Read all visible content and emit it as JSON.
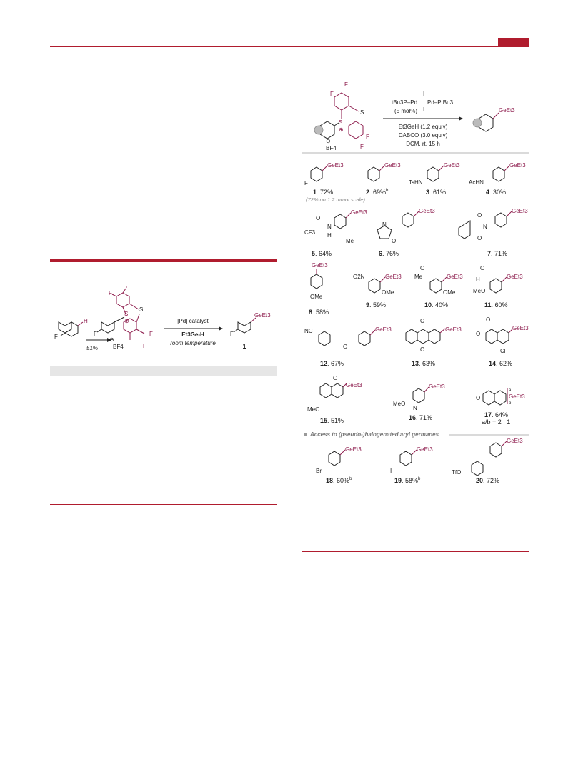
{
  "header": {
    "accent_color": "#b01c2e"
  },
  "scheme_left": {
    "yield": "51%",
    "catalyst": "[Pd] catalyst",
    "reagent": "Et3Ge-H",
    "condition": "room temperature",
    "product_number": "1",
    "substituents": {
      "F": "F",
      "H": "H",
      "S": "S",
      "charge": "⊕",
      "anion_charge": "⊖",
      "anion": "BF4",
      "ge": "GeEt3"
    }
  },
  "scheme_right": {
    "catalyst_prefix": "tBu3P–Pd",
    "catalyst_suffix": "Pd–PtBu3",
    "bridge": "I",
    "catalyst_loading": "(5 mol%)",
    "reagent1": "Et3GeH (1.2 equiv)",
    "reagent2": "DABCO (3.0 equiv)",
    "solvent": "DCM, rt, 15 h"
  },
  "products": [
    {
      "id": "1",
      "yield": "72%",
      "note": "(72% on 1.2 mmol scale)"
    },
    {
      "id": "2",
      "yield": "69%",
      "sup": "b"
    },
    {
      "id": "3",
      "yield": "61%"
    },
    {
      "id": "4",
      "yield": "30%"
    },
    {
      "id": "5",
      "yield": "64%"
    },
    {
      "id": "6",
      "yield": "76%"
    },
    {
      "id": "7",
      "yield": "71%"
    },
    {
      "id": "8",
      "yield": "58%"
    },
    {
      "id": "9",
      "yield": "59%"
    },
    {
      "id": "10",
      "yield": "40%"
    },
    {
      "id": "11",
      "yield": "60%"
    },
    {
      "id": "12",
      "yield": "67%"
    },
    {
      "id": "13",
      "yield": "63%"
    },
    {
      "id": "14",
      "yield": "62%"
    },
    {
      "id": "15",
      "yield": "51%"
    },
    {
      "id": "16",
      "yield": "71%"
    },
    {
      "id": "17",
      "yield": "64%",
      "ratio": "a/b = 2 : 1"
    },
    {
      "id": "18",
      "yield": "60%",
      "sup": "b"
    },
    {
      "id": "19",
      "yield": "58%",
      "sup": "b"
    },
    {
      "id": "20",
      "yield": "72%"
    }
  ],
  "section_heading": "Access to (pseudo-)halogenated aryl germanes",
  "groups": {
    "ge": "GeEt3",
    "F": "F",
    "TsHN": "TsHN",
    "AcHN": "AcHN",
    "CF3": "CF3",
    "O": "O",
    "N": "N",
    "H": "H",
    "Me": "Me",
    "OMe": "OMe",
    "O2N": "O2N",
    "MeO": "MeO",
    "NC": "NC",
    "Cl": "Cl",
    "Br": "Br",
    "I": "I",
    "TfO": "TfO",
    "a": "a",
    "b": "b"
  }
}
